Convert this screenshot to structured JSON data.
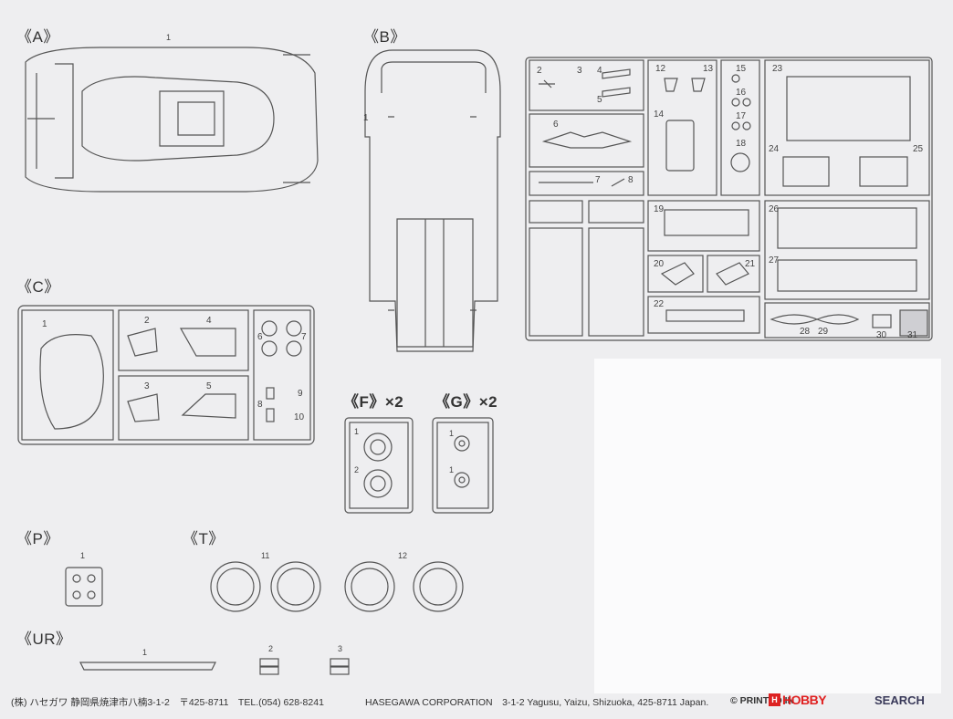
{
  "sections": {
    "A": {
      "label": "《A》",
      "parts": [
        "1"
      ]
    },
    "B": {
      "label": "《B》",
      "parts": [
        "1",
        "2",
        "3",
        "4",
        "5",
        "6",
        "7",
        "8",
        "12",
        "13",
        "14",
        "15",
        "16",
        "17",
        "18",
        "19",
        "20",
        "21",
        "22",
        "23",
        "24",
        "25",
        "26",
        "27",
        "28",
        "29",
        "30",
        "31"
      ]
    },
    "C": {
      "label": "《C》",
      "parts": [
        "1",
        "2",
        "3",
        "4",
        "5",
        "6",
        "7",
        "8",
        "9",
        "10"
      ]
    },
    "F": {
      "label": "《F》×2",
      "parts": [
        "1",
        "2"
      ]
    },
    "G": {
      "label": "《G》×2",
      "parts": [
        "1",
        "1"
      ]
    },
    "P": {
      "label": "《P》",
      "parts": [
        "1"
      ]
    },
    "T": {
      "label": "《T》",
      "parts": [
        "11",
        "12"
      ]
    },
    "UR": {
      "label": "《UR》",
      "parts": [
        "1",
        "2",
        "3"
      ]
    }
  },
  "footer": {
    "company_jp": "(株) ハセガワ 静岡県焼津市八楠3-1-2　〒425-8711　TEL.(054) 628-8241",
    "company_en": "HASEGAWA CORPORATION　3-1-2 Yagusu, Yaizu, Shizuoka, 425-8711 Japan.",
    "printed": "© PRINTED IN"
  },
  "watermark": {
    "brand": "HOBBY",
    "brand2": "SEARCH",
    "mark": "H"
  },
  "colors": {
    "line": "#555555",
    "paper": "#eeeef0",
    "accent": "#e02020"
  }
}
